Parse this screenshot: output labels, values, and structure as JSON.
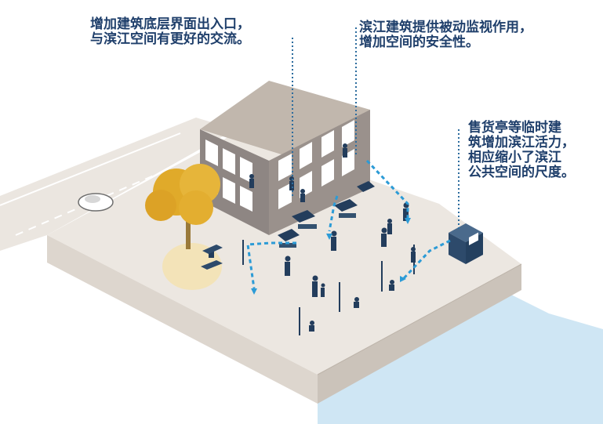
{
  "annotations": [
    {
      "id": "facade-entrances",
      "lines": [
        "增加建筑底层界面出入口，",
        "与滨江空间有更好的交流。"
      ]
    },
    {
      "id": "passive-surveillance",
      "lines": [
        "滨江建筑提供被动监视作用，",
        "增加空间的安全性。"
      ]
    },
    {
      "id": "kiosk-activity",
      "lines": [
        "售货亭等临时建",
        "筑增加滨江活力，",
        "相应缩小了滨江",
        "公共空间的尺度。"
      ]
    }
  ],
  "colors": {
    "text": "#1f3f6b",
    "plaza": "#ece7e1",
    "plaza_edge": "#d6cfc7",
    "street": "#e9e4de",
    "water": "#cfe6f4",
    "building_side": "#8e8683",
    "building_top": "#c1b7ad",
    "window": "#ffffff",
    "tree": "#e0aa2a",
    "tree_shadow": "#f3e3b8",
    "arrow": "#2c9bd6",
    "figure": "#233d5c",
    "kiosk": "#2d4a6b"
  }
}
